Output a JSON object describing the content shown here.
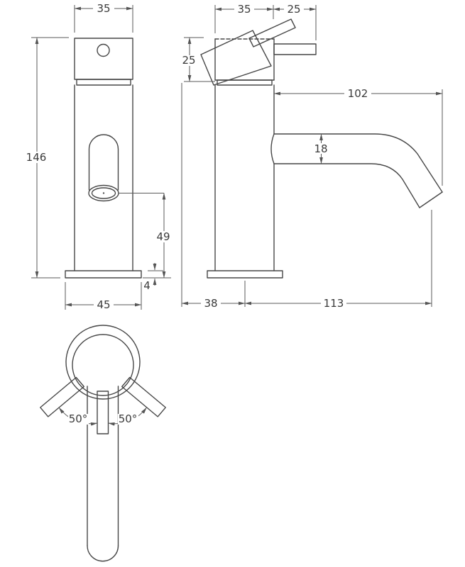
{
  "colors": {
    "background": "#ffffff",
    "object_line": "#474747",
    "dimension_line": "#5a5a5a",
    "text": "#3a3a3a"
  },
  "dimensions": {
    "front_head_width": "35",
    "front_total_height": "146",
    "front_spout_height": "49",
    "front_base_thickness": "4",
    "front_base_width": "45",
    "side_head_depth": "35",
    "side_lever_reach": "25",
    "side_head_height": "25",
    "side_spout_reach": "102",
    "side_spout_tube": "18",
    "side_back_offset": "38",
    "side_total_depth": "113",
    "plan_left_handle_angle": "50°",
    "plan_right_handle_angle": "50°"
  }
}
